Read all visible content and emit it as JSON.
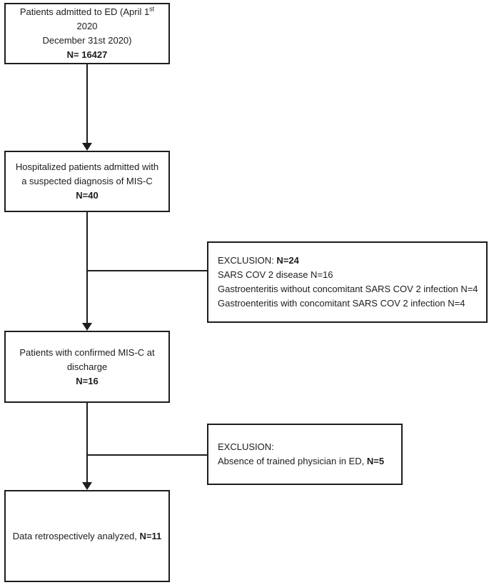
{
  "colors": {
    "ink": "#1d1d1d",
    "background": "#ffffff"
  },
  "boxes": {
    "ed": {
      "line1_pre": "Patients admitted to ED (April 1",
      "line1_sup": "st",
      "line1_post": " 2020",
      "line2": "December 31st 2020)",
      "n": "N= 16427"
    },
    "suspected": {
      "line1": "Hospitalized patients admitted with",
      "line2": "a suspected diagnosis of MIS-C",
      "n": "N=40"
    },
    "confirmed": {
      "line1": "Patients with confirmed MIS-C at",
      "line2": "discharge",
      "n": "N=16"
    },
    "analyzed": {
      "text": "Data retrospectively analyzed, ",
      "n": "N=11"
    }
  },
  "exclusions": {
    "first": {
      "label": "EXCLUSION: ",
      "n": "N=24",
      "line2": "SARS COV 2 disease N=16",
      "line3": "Gastroenteritis without concomitant SARS COV 2 infection N=4",
      "line4": "Gastroenteritis with concomitant SARS COV 2 infection N=4"
    },
    "second": {
      "label": "EXCLUSION:",
      "line2_pre": "Absence of trained physician in ED, ",
      "line2_n": "N=5"
    }
  }
}
